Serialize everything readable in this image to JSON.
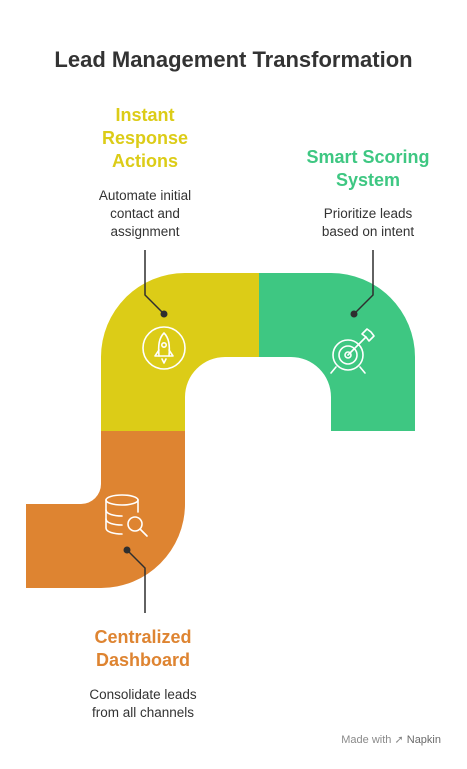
{
  "title": "Lead Management Transformation",
  "steps": [
    {
      "title": "Instant\nResponse\nActions",
      "description": "Automate initial\ncontact and\nassignment",
      "color": "#dccc17",
      "icon": "rocket-icon"
    },
    {
      "title": "Smart Scoring\nSystem",
      "description": "Prioritize leads\nbased on intent",
      "color": "#3ec782",
      "icon": "target-icon"
    },
    {
      "title": "Centralized\nDashboard",
      "description": "Consolidate leads\nfrom all channels",
      "color": "#de8431",
      "icon": "database-search-icon"
    }
  ],
  "footer": {
    "prefix": "Made with",
    "brand": "Napkin"
  }
}
